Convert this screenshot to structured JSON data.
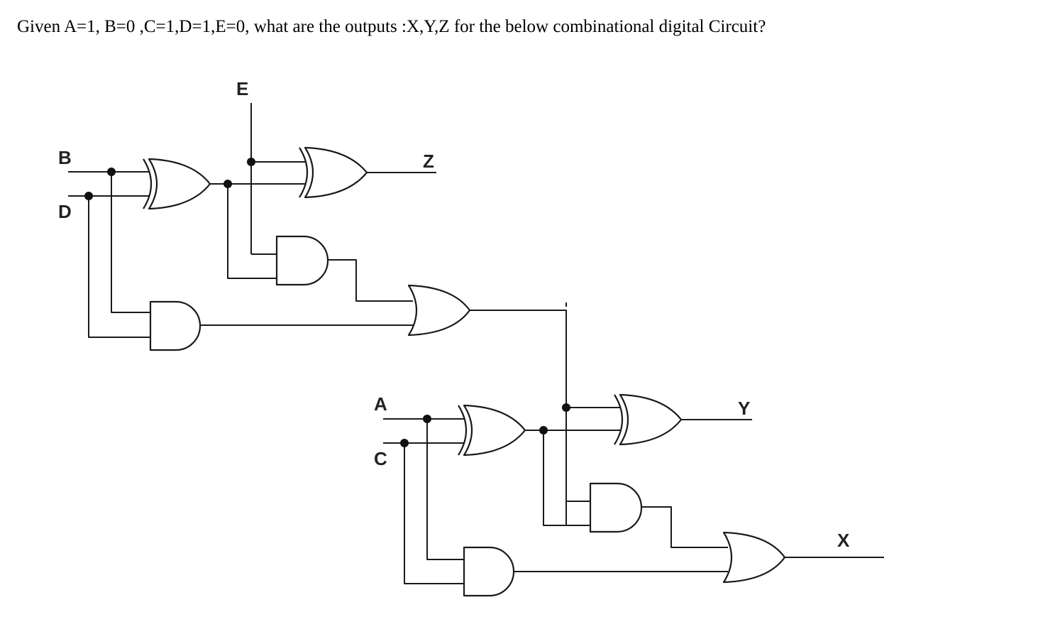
{
  "question": "Given A=1, B=0 ,C=1,D=1,E=0, what are the outputs :X,Y,Z for the below combinational digital Circuit?",
  "labels": {
    "E": "E",
    "B": "B",
    "D": "D",
    "Z": "Z",
    "A": "A",
    "C": "C",
    "Y": "Y",
    "X": "X"
  },
  "gates": {
    "xor_b_d": "XOR",
    "xor_e_z": "XOR",
    "and_e_xor": "AND",
    "and_b_d": "AND",
    "or_upper": "OR",
    "xor_a_c": "XOR",
    "xor_y": "XOR",
    "and_mid_lower": "AND",
    "and_a_c": "AND",
    "or_x": "OR"
  },
  "colors": {
    "line": "#1a1a1a",
    "text": "#222222",
    "background": "#ffffff"
  }
}
